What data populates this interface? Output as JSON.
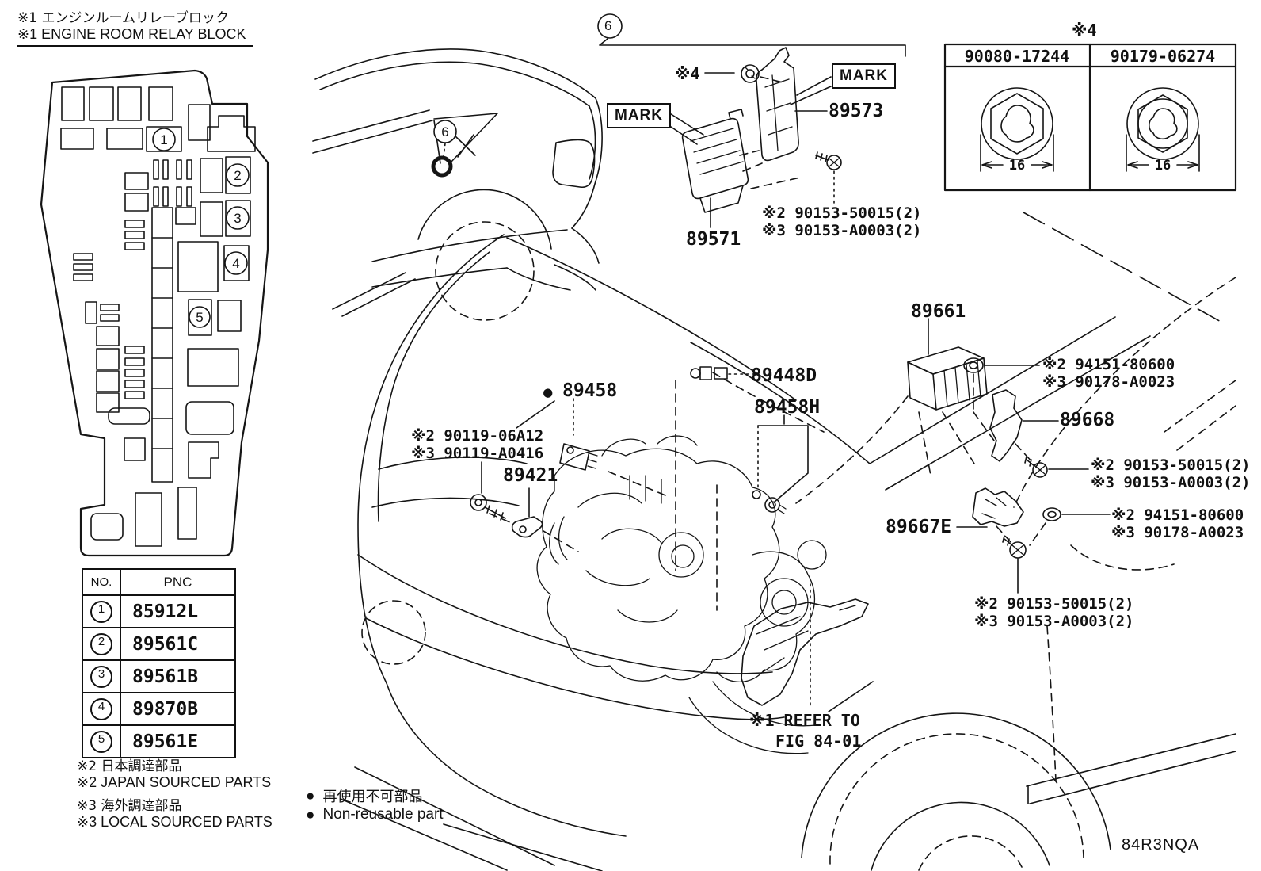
{
  "header": {
    "title_jp": "※1 エンジンルームリレーブロック",
    "title_en": "※1 ENGINE ROOM RELAY BLOCK"
  },
  "pnc_table": {
    "headers": {
      "no": "NO.",
      "pnc": "PNC"
    },
    "rows": [
      {
        "no": "1",
        "pnc": "85912L"
      },
      {
        "no": "2",
        "pnc": "89561C"
      },
      {
        "no": "3",
        "pnc": "89561B"
      },
      {
        "no": "4",
        "pnc": "89870B"
      },
      {
        "no": "5",
        "pnc": "89561E"
      }
    ]
  },
  "footnotes": {
    "jp2": "※2 日本調達部品",
    "en2": "※2 JAPAN SOURCED PARTS",
    "jp3": "※3 海外調達部品",
    "en3": "※3 LOCAL SOURCED PARTS"
  },
  "legend": {
    "bullet": "●",
    "jp": "再使用不可部品",
    "en": "Non-reusable part"
  },
  "callouts": {
    "c1": "1",
    "c2": "2",
    "c3": "3",
    "c4": "4",
    "c5": "5",
    "c6_top": "6",
    "c6_car": "6"
  },
  "assembly6": {
    "mark_left": "MARK",
    "mark_right": "MARK",
    "note4": "※4",
    "bracket": "89573",
    "module": "89571",
    "screw_jp": "※2 90153-50015(2)",
    "screw_local": "※3 90153-A0003(2)"
  },
  "nut_table": {
    "title": "※4",
    "columns": [
      {
        "part": "90080-17244",
        "dim": "16"
      },
      {
        "part": "90179-06274",
        "dim": "16"
      }
    ]
  },
  "engine_parts": {
    "ecu": "89661",
    "grommet_upper_jp": "※2 94151-80600",
    "grommet_upper_local": "※3 90178-A0023",
    "bracket_upper": "89668",
    "screw_upper_jp": "※2 90153-50015(2)",
    "screw_upper_local": "※3 90153-A0003(2)",
    "grommet_lower_jp": "※2 94151-80600",
    "grommet_lower_local": "※3 90178-A0023",
    "bracket_lower": "89667E",
    "screw_lower_jp": "※2 90153-50015(2)",
    "screw_lower_local": "※3 90153-A0003(2)"
  },
  "sensors": {
    "bullet": "●",
    "s89458": "89458",
    "s89448d": "89448D",
    "s89458h": "89458H",
    "bolt_jp": "※2 90119-06A12",
    "bolt_local": "※3 90119-A0416",
    "clamp": "89421"
  },
  "refer": {
    "line1": "※1 REFER TO",
    "line2": "FIG 84-01"
  },
  "figure_code": "84R3NQA"
}
